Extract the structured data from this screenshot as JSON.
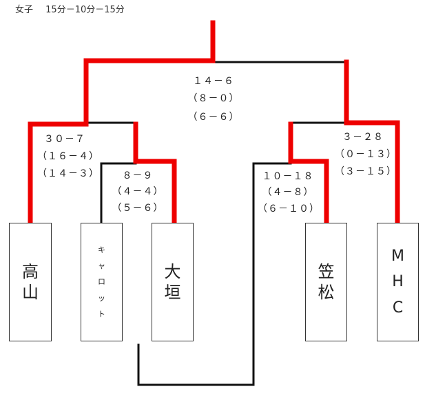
{
  "header": {
    "category": "女子",
    "format": "15分－10分－15分"
  },
  "teams": [
    {
      "id": "takayama",
      "chars": [
        "高",
        "山"
      ]
    },
    {
      "id": "carrot",
      "chars": [
        "キ",
        "ャ",
        "ロ",
        "ッ",
        "ト"
      ]
    },
    {
      "id": "ogaki",
      "chars": [
        "大",
        "垣"
      ]
    },
    {
      "id": "kasamatsu",
      "chars": [
        "笠",
        "松"
      ]
    },
    {
      "id": "mhc",
      "chars": [
        "M",
        "H",
        "C"
      ]
    }
  ],
  "matches": {
    "final": {
      "total": "１４－６",
      "first": "（８－０）",
      "second": "（６－６）"
    },
    "semi_left": {
      "total": "３０－７",
      "first": "（１６－４）",
      "second": "（１４－３）"
    },
    "semi_right": {
      "total": "３－２８",
      "first": "（０－１３）",
      "second": "（３－１５）"
    },
    "first_round_left": {
      "total": "８－９",
      "first": "（４－４）",
      "second": "（５－６）"
    },
    "first_round_right": {
      "total": "１０－１８",
      "first": "（４－８）",
      "second": "（６－１０）"
    }
  },
  "colors": {
    "winner_line": "#ee0000",
    "line": "#111111"
  }
}
